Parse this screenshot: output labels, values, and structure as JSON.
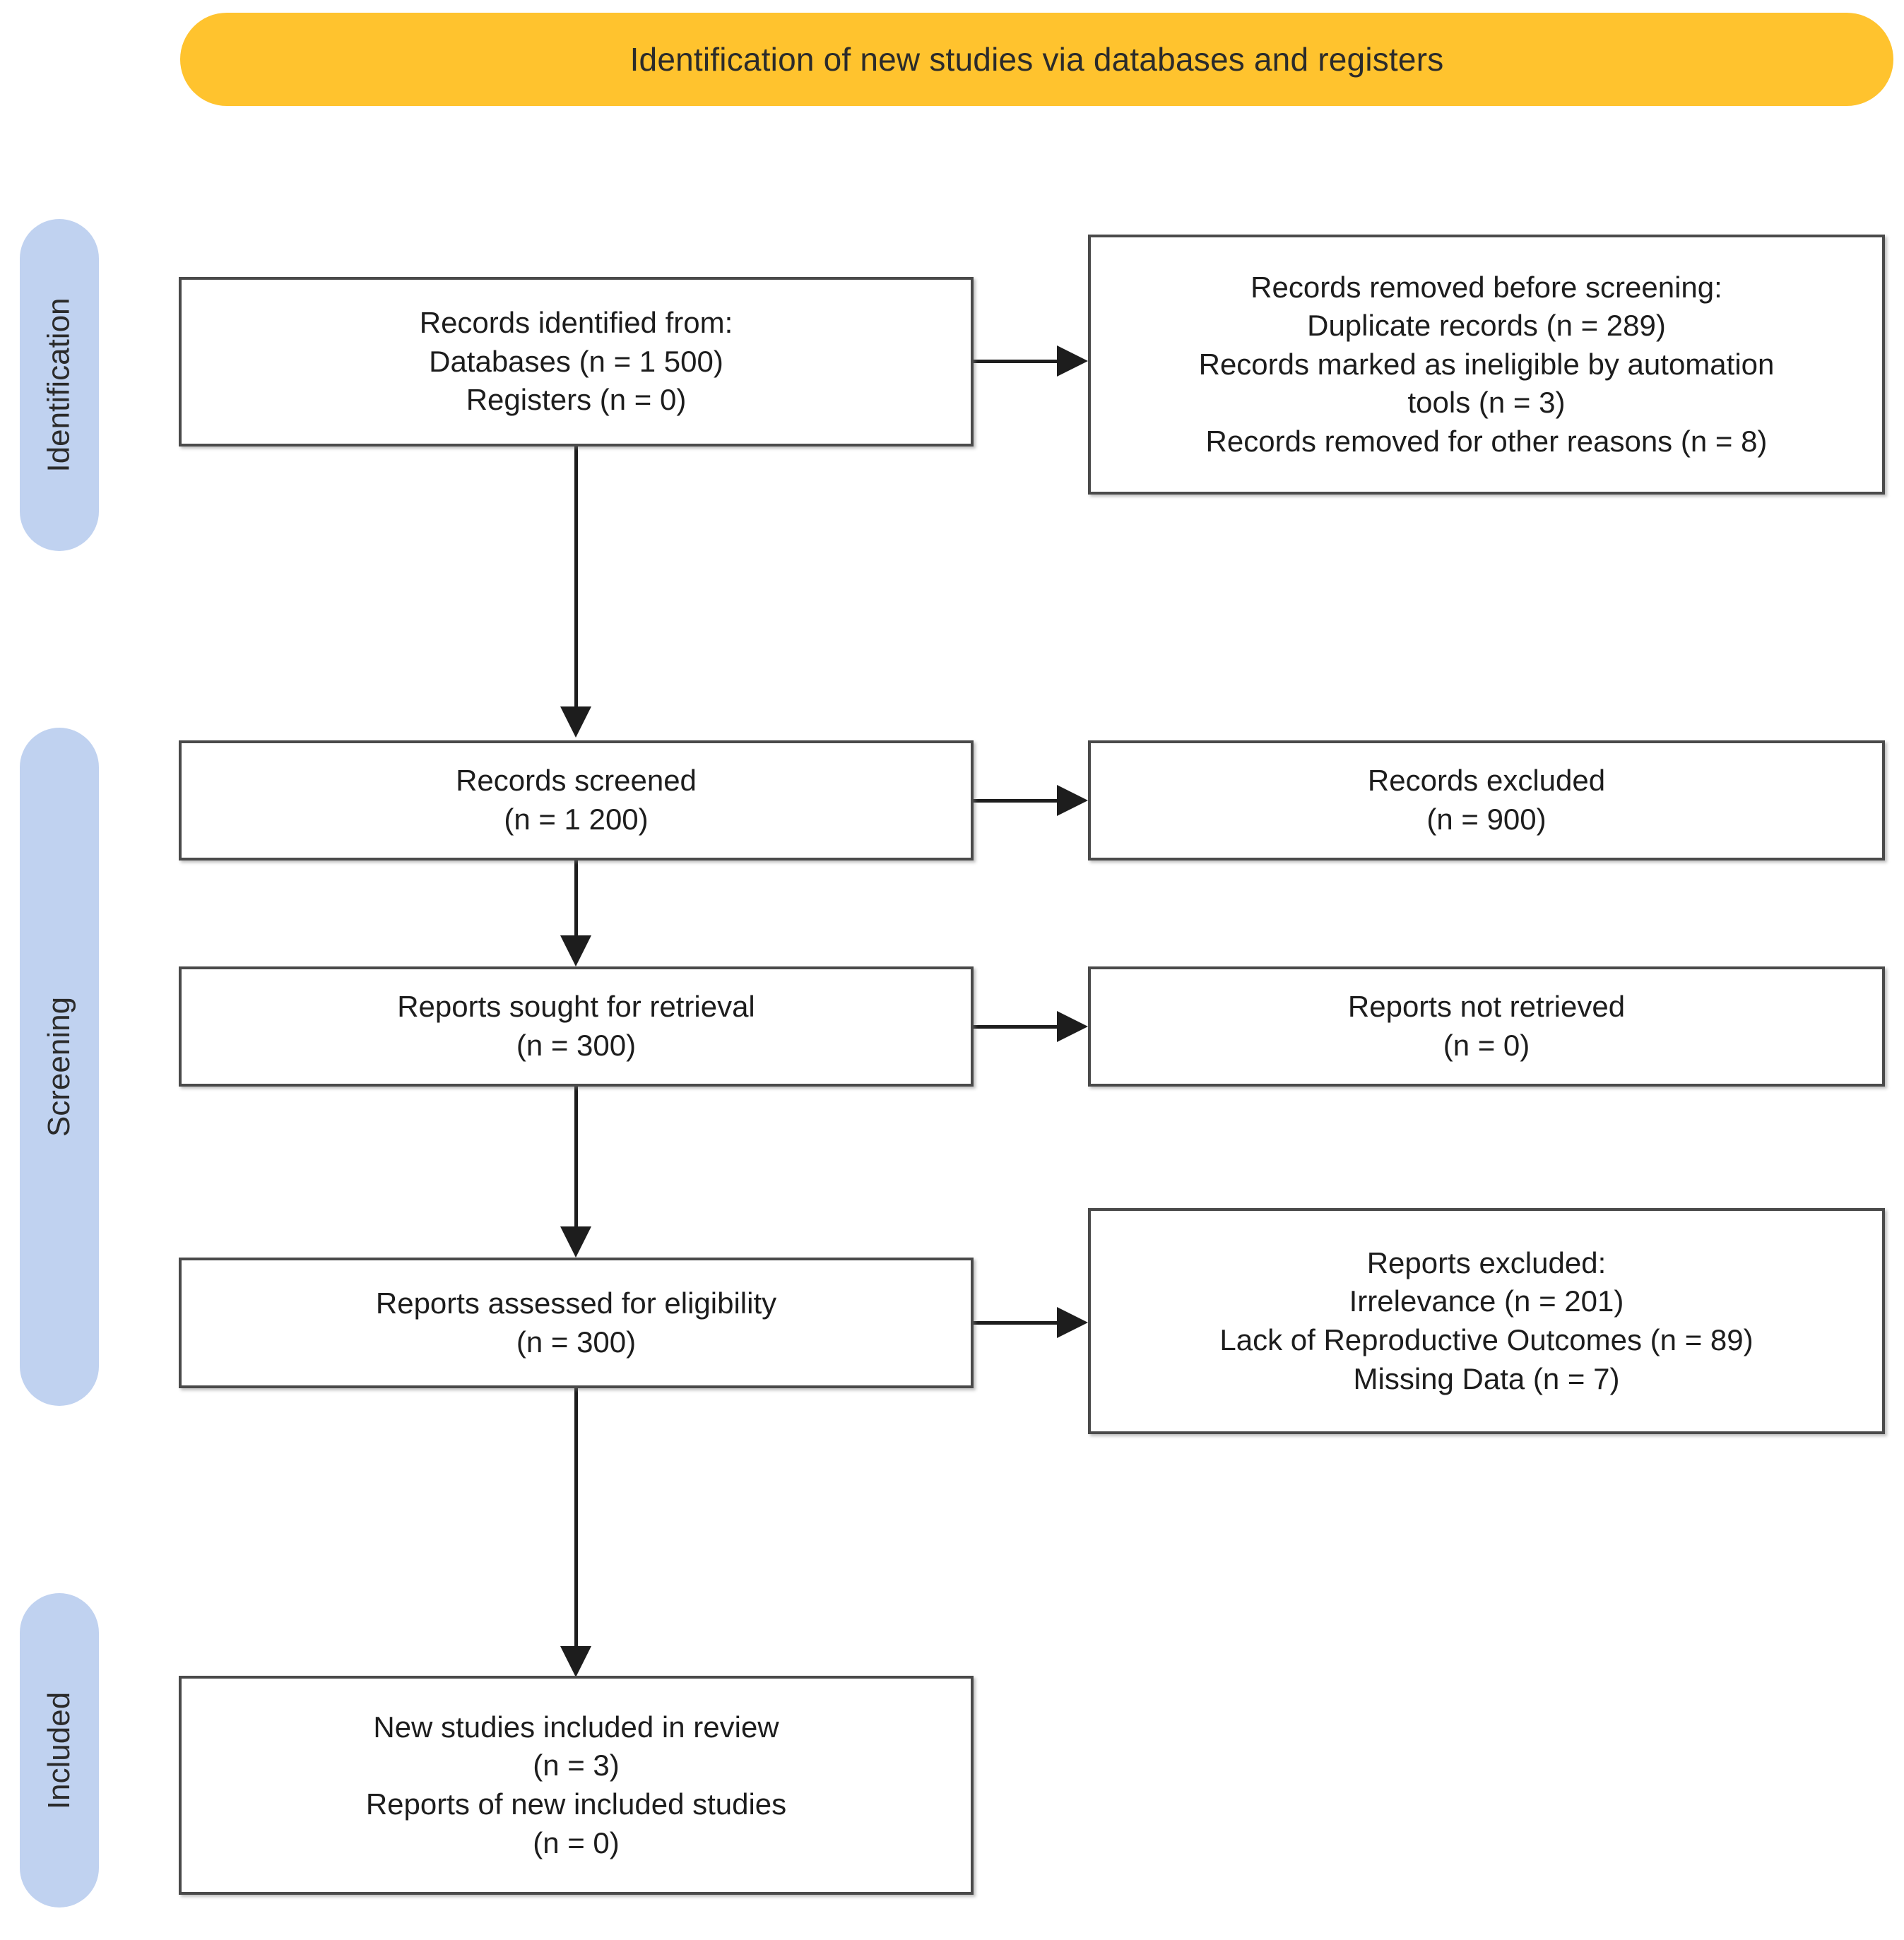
{
  "header": {
    "title": "Identification of new studies via databases and registers",
    "background_color": "#FFC32E"
  },
  "stages": {
    "accent_color": "#C0D2F0",
    "items": [
      {
        "label": "Identification"
      },
      {
        "label": "Screening"
      },
      {
        "label": "Included"
      }
    ]
  },
  "flow": {
    "identified": {
      "text": "Records identified from:\nDatabases (n = 1 500)\nRegisters (n = 0)"
    },
    "removed": {
      "text": "Records removed before screening:\nDuplicate records (n = 289)\nRecords marked as ineligible by automation\ntools (n = 3)\nRecords removed for other reasons (n = 8)"
    },
    "screened": {
      "text": "Records screened\n(n = 1 200)"
    },
    "records_excluded": {
      "text": "Records excluded\n(n = 900)"
    },
    "sought": {
      "text": "Reports sought for retrieval\n(n = 300)"
    },
    "not_retrieved": {
      "text": "Reports not retrieved\n(n = 0)"
    },
    "assessed": {
      "text": "Reports assessed for eligibility\n(n = 300)"
    },
    "reports_excluded": {
      "text": "Reports excluded:\nIrrelevance (n = 201)\nLack of Reproductive Outcomes (n = 89)\nMissing Data (n = 7)"
    },
    "included": {
      "text": "New studies included in review\n(n = 3)\nReports of new included studies\n(n = 0)"
    }
  },
  "chart_data": {
    "type": "diagram",
    "title": "Identification of new studies via databases and registers",
    "nodes": [
      {
        "id": "identified",
        "stage": "Identification",
        "column": "left",
        "label": "Records identified from: Databases (n = 1 500) Registers (n = 0)",
        "counts": {
          "Databases": 1500,
          "Registers": 0
        }
      },
      {
        "id": "removed",
        "stage": "Identification",
        "column": "right",
        "label": "Records removed before screening",
        "counts": {
          "Duplicate records": 289,
          "Records marked as ineligible by automation tools": 3,
          "Records removed for other reasons": 8
        }
      },
      {
        "id": "screened",
        "stage": "Screening",
        "column": "left",
        "label": "Records screened",
        "counts": {
          "n": 1200
        }
      },
      {
        "id": "records_excluded",
        "stage": "Screening",
        "column": "right",
        "label": "Records excluded",
        "counts": {
          "n": 900
        }
      },
      {
        "id": "sought",
        "stage": "Screening",
        "column": "left",
        "label": "Reports sought for retrieval",
        "counts": {
          "n": 300
        }
      },
      {
        "id": "not_retrieved",
        "stage": "Screening",
        "column": "right",
        "label": "Reports not retrieved",
        "counts": {
          "n": 0
        }
      },
      {
        "id": "assessed",
        "stage": "Screening",
        "column": "left",
        "label": "Reports assessed for eligibility",
        "counts": {
          "n": 300
        }
      },
      {
        "id": "reports_excluded",
        "stage": "Screening",
        "column": "right",
        "label": "Reports excluded",
        "counts": {
          "Irrelevance": 201,
          "Lack of Reproductive Outcomes": 89,
          "Missing Data": 7
        }
      },
      {
        "id": "included",
        "stage": "Included",
        "column": "left",
        "label": "New studies included in review / Reports of new included studies",
        "counts": {
          "New studies included in review": 3,
          "Reports of new included studies": 0
        }
      }
    ],
    "edges": [
      {
        "from": "identified",
        "to": "removed",
        "direction": "right"
      },
      {
        "from": "identified",
        "to": "screened",
        "direction": "down"
      },
      {
        "from": "screened",
        "to": "records_excluded",
        "direction": "right"
      },
      {
        "from": "screened",
        "to": "sought",
        "direction": "down"
      },
      {
        "from": "sought",
        "to": "not_retrieved",
        "direction": "right"
      },
      {
        "from": "sought",
        "to": "assessed",
        "direction": "down"
      },
      {
        "from": "assessed",
        "to": "reports_excluded",
        "direction": "right"
      },
      {
        "from": "assessed",
        "to": "included",
        "direction": "down"
      }
    ]
  }
}
